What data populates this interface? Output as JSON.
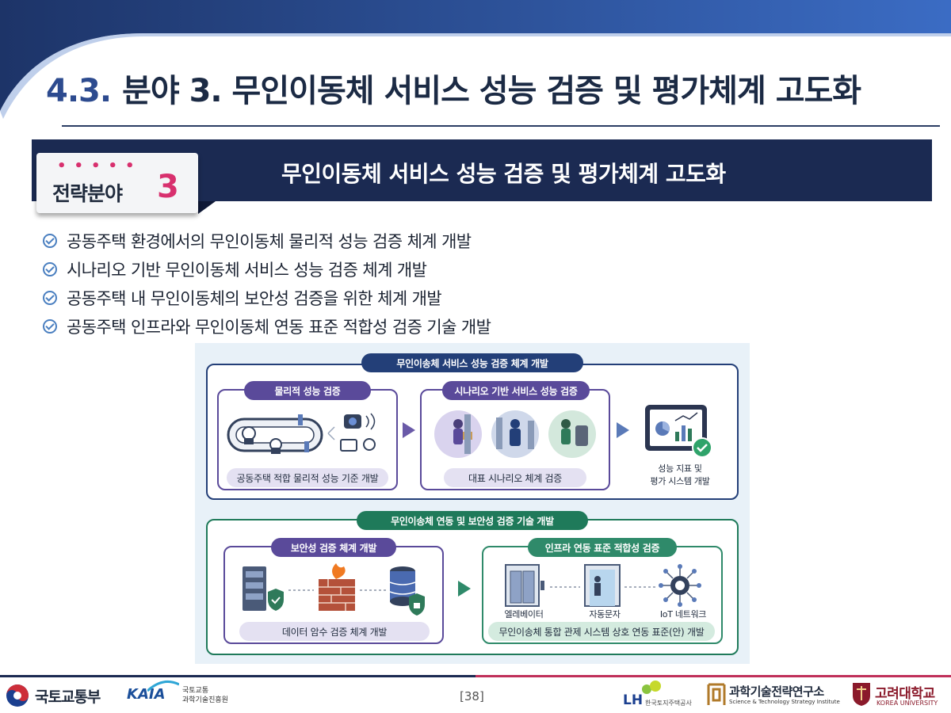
{
  "header": {
    "number": "4.3.",
    "title": "분야 3. 무인이동체 서비스 성능 검증 및 평가체계 고도화"
  },
  "strategy": {
    "tag_label": "전략분야",
    "tag_number": "3",
    "banner_title": "무인이동체 서비스 성능 검증 및 평가체계 고도화"
  },
  "bullets": [
    "공동주택 환경에서의 무인이동체  물리적 성능 검증 체계 개발",
    "시나리오 기반 무인이동체 서비스 성능 검증 체계 개발",
    "공동주택 내 무인이동체의 보안성 검증을 위한 체계 개발",
    "공동주택 인프라와 무인이동체 연동 표준 적합성 검증 기술 개발"
  ],
  "infographic": {
    "top_title": "무인이송체 서비스 성능 검증 체계 개발",
    "physical_title": "물리적 성능 검증",
    "physical_caption": "공동주택 적합 물리적 성능 기준 개발",
    "scenario_title": "시나리오 기반 서비스 성능 검증",
    "scenario_caption": "대표 시나리오 체계 검증",
    "result_line1": "성능 지표 및",
    "result_line2": "평가 시스템 개발",
    "bottom_title": "무인이송체 연동 및 보안성 검증 기술 개발",
    "security_title": "보안성 검증 체계 개발",
    "security_caption": "데이터 암수 검증 체계 개발",
    "infra_title": "인프라 연동 표준 적합성 검증",
    "infra_items": [
      "엘레베이터",
      "자동문자",
      "IoT 네트워크"
    ],
    "infra_caption": "무인이송체 통합 관제 시스템 상호 연동 표준(안) 개발"
  },
  "footer": {
    "page": "[38]",
    "org1": "국토교통부",
    "org2_logo": "KAIA",
    "org2_line1": "국토교통",
    "org2_line2": "과학기술진흥원",
    "org3_logo": "LH",
    "org3_name": "한국토지주택공사",
    "org4_name": "과학기술전략연구소",
    "org4_sub": "Science & Technology Strategy Institute",
    "org5_name": "고려대학교",
    "org5_sub": "KOREA UNIVERSITY"
  },
  "colors": {
    "navy": "#1b2a52",
    "accent": "#d8306e",
    "green": "#1f7a5a",
    "purple": "#5a4a9a"
  }
}
